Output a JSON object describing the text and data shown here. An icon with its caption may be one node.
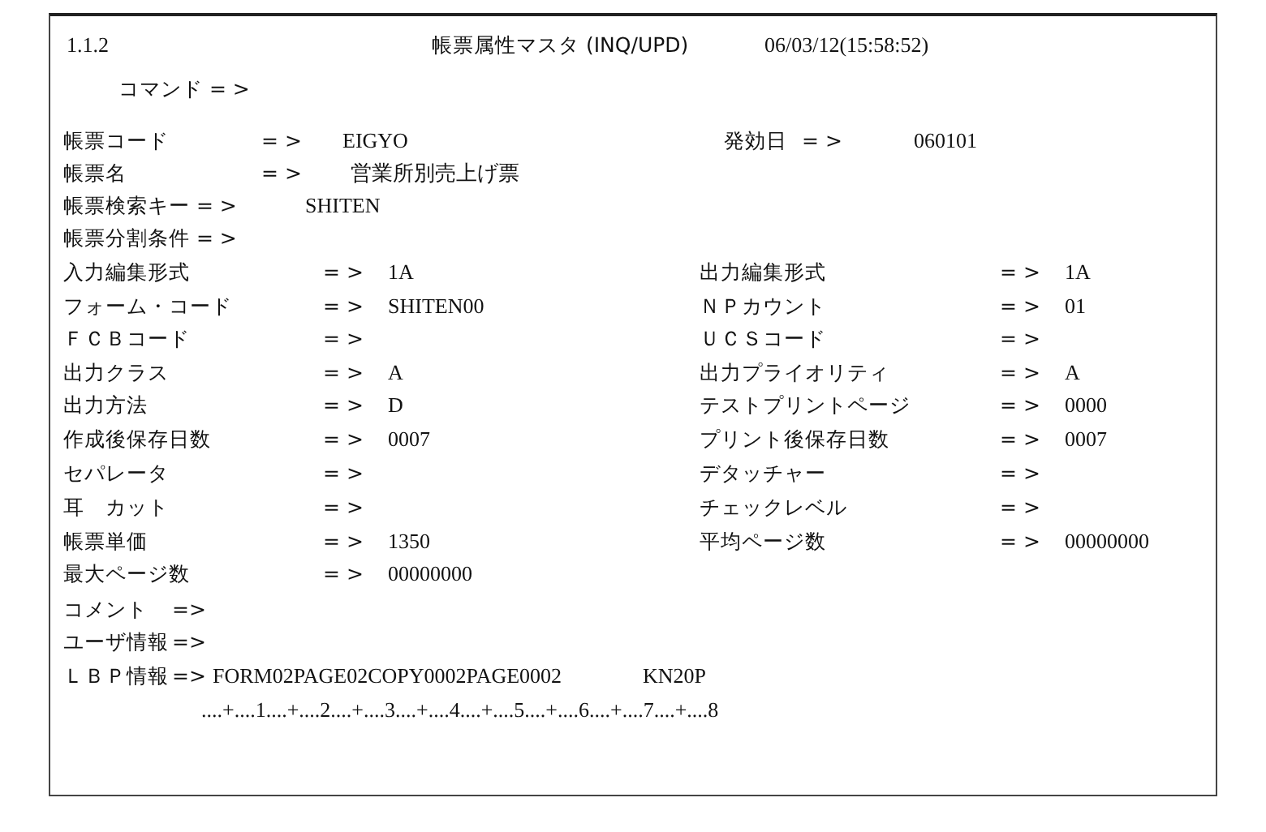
{
  "diagram": {
    "labels": [
      "1.1.2",
      "帳票属性マスタ (INQ/UPD)",
      "06/03/12(15:58:52)",
      "コマンド = >",
      "帳票コード",
      "= >",
      "EIGYO",
      "発効日",
      "= >",
      "060101",
      "帳票名",
      "= >",
      "営業所別売上げ票",
      "帳票検索キー = >",
      "SHITEN",
      "帳票分割条件 = >",
      "入力編集形式",
      "= >",
      "1A",
      "出力編集形式",
      "= >",
      "1A",
      "フォーム・コード",
      "= >",
      "SHITEN00",
      "ＮＰカウント",
      "= >",
      "01",
      "ＦＣＢコード",
      "= >",
      "ＵＣＳコード",
      "= >",
      "出力クラス",
      "= >",
      "A",
      "出力プライオリティ",
      "= >",
      "A",
      "出力方法",
      "= >",
      "D",
      "テストプリントページ",
      "= >",
      "0000",
      "作成後保存日数",
      "= >",
      "0007",
      "プリント後保存日数",
      "= >",
      "0007",
      "セパレータ",
      "= >",
      "デタッチャー",
      "= >",
      "耳　カット",
      "= >",
      "チェックレベル",
      "= >",
      "帳票単価",
      "= >",
      "1350",
      "平均ページ数",
      "= >",
      "00000000",
      "最大ページ数",
      "= >",
      "00000000",
      "コメント",
      "=>",
      "ユーザ情報",
      "=>",
      "ＬＢＰ情報",
      "=>",
      "FORM02PAGE02COPY0002PAGE0002",
      "KN20P",
      "....+....1....+....2....+....3....+....4....+....5....+....6....+....7....+....8"
    ]
  }
}
